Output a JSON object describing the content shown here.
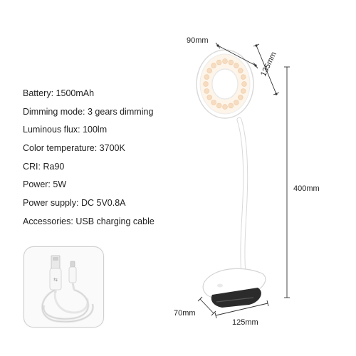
{
  "specs": [
    {
      "text": "Battery: 1500mAh"
    },
    {
      "text": "Dimming mode: 3 gears dimming"
    },
    {
      "text": "Luminous flux: 100lm"
    },
    {
      "text": "Color temperature: 3700K"
    },
    {
      "text": "CRI: Ra90"
    },
    {
      "text": "Power: 5W"
    },
    {
      "text": "Power supply: DC 5V0.8A"
    },
    {
      "text": "Accessories: USB charging cable"
    }
  ],
  "dimensions": {
    "head_width": "90mm",
    "head_height": "135mm",
    "total_height": "400mm",
    "base_width": "70mm",
    "base_length": "125mm"
  },
  "colors": {
    "lamp_body": "#ffffff",
    "lamp_outline": "#d9d9d9",
    "led_glow": "#f6dcc0",
    "clip_dark": "#2b2b2b",
    "dimension_line": "#333333"
  }
}
